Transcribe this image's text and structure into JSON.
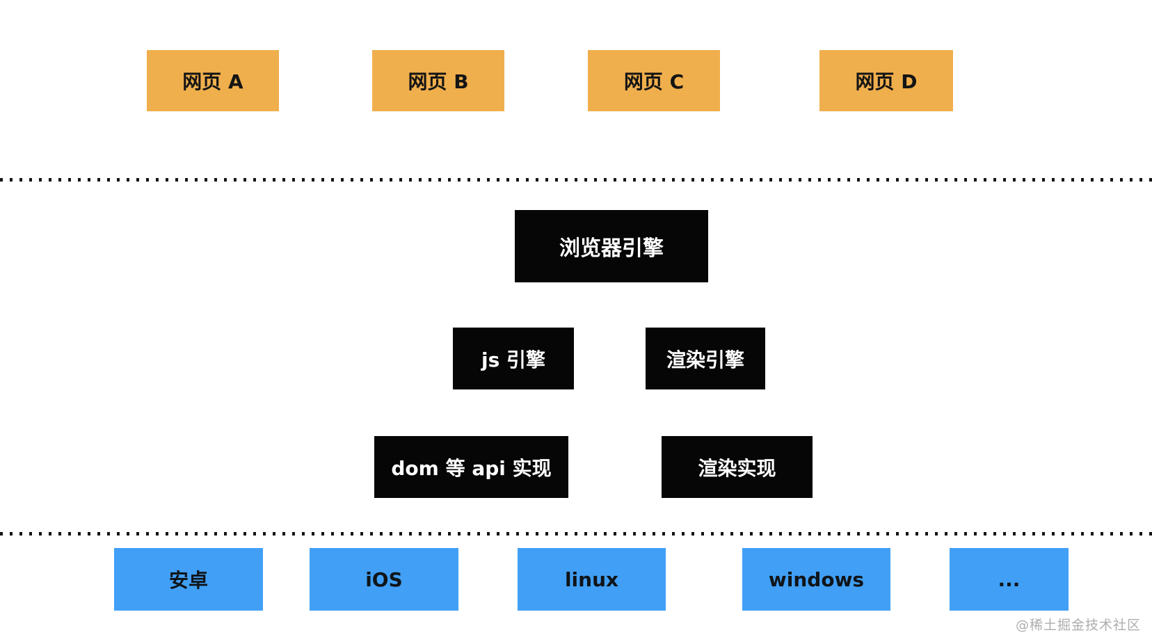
{
  "top_row": {
    "items": [
      {
        "label": "网页 A"
      },
      {
        "label": "网页 B"
      },
      {
        "label": "网页 C"
      },
      {
        "label": "网页 D"
      }
    ]
  },
  "engine_layer": {
    "browser_engine": "浏览器引擎",
    "js_engine": "js 引擎",
    "render_engine": "渲染引擎",
    "dom_api_impl": "dom 等 api 实现",
    "render_impl": "渲染实现"
  },
  "platforms": {
    "items": [
      {
        "label": "安卓"
      },
      {
        "label": "iOS"
      },
      {
        "label": "linux"
      },
      {
        "label": "windows"
      },
      {
        "label": "..."
      }
    ]
  },
  "watermark": "@稀土掘金技术社区",
  "colors": {
    "page_box": "#F0AF4D",
    "engine_box": "#060606",
    "platform_box": "#419FF5",
    "divider_dot": "#151515",
    "watermark_text": "#ADADAD",
    "background": "#FFFFFF"
  }
}
